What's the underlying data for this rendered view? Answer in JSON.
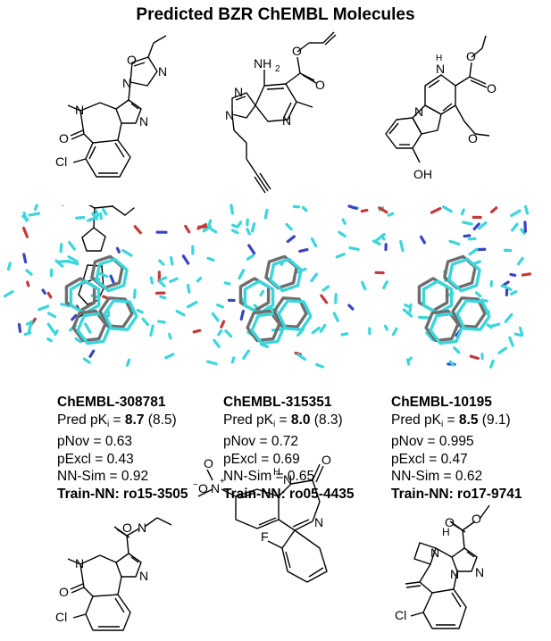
{
  "title": "Predicted BZR ChEMBL Molecules",
  "colors": {
    "stick_light": "#3ad6dc",
    "stick_dark": "#6e6e6e",
    "field_red": "#c43a3a",
    "field_blue": "#3a43c4"
  },
  "molecules": [
    {
      "name": "ChEMBL-308781",
      "pred_label": "Pred pK",
      "pred_sub": "i",
      "pred_eq": " = ",
      "pred_value": "8.7",
      "pred_exp": " (8.5)",
      "pnov": "pNov = 0.63",
      "pexcl": "pExcl = 0.43",
      "nnsim": "NN-Sim = 0.92",
      "train_nn": "Train-NN: ro15-3505",
      "top_atoms": [
        "O",
        "N",
        "N",
        "N",
        "N",
        "O",
        "Cl"
      ],
      "bottom_atoms": [
        "O",
        "N",
        "N",
        "N",
        "O",
        "Cl"
      ]
    },
    {
      "name": "ChEMBL-315351",
      "pred_label": "Pred pK",
      "pred_sub": "i",
      "pred_eq": " = ",
      "pred_value": "8.0",
      "pred_exp": " (8.3)",
      "pnov": "pNov = 0.72",
      "pexcl": "pExcl = 0.69",
      "nnsim": "NN-Sim = 0.65",
      "train_nn": "Train-NN: ro05-4435",
      "top_atoms": [
        "NH",
        "2",
        "O",
        "O",
        "N",
        "N",
        "N"
      ],
      "bottom_atoms": [
        "H",
        "N",
        "O",
        "O",
        "N",
        "+",
        "−",
        "O",
        "N",
        "F"
      ]
    },
    {
      "name": "ChEMBL-10195",
      "pred_label": "Pred pK",
      "pred_sub": "i",
      "pred_eq": " = ",
      "pred_value": "8.5",
      "pred_exp": " (9.1)",
      "pnov": "pNov = 0.995",
      "pexcl": "pExcl = 0.47",
      "nnsim": "NN-Sim = 0.62",
      "train_nn": "Train-NN: ro17-9741",
      "top_atoms": [
        "H",
        "N",
        "O",
        "O",
        "N",
        "O",
        "OH"
      ],
      "bottom_atoms": [
        "O",
        "H",
        "N",
        "O",
        "N",
        "N",
        "Cl"
      ]
    }
  ]
}
